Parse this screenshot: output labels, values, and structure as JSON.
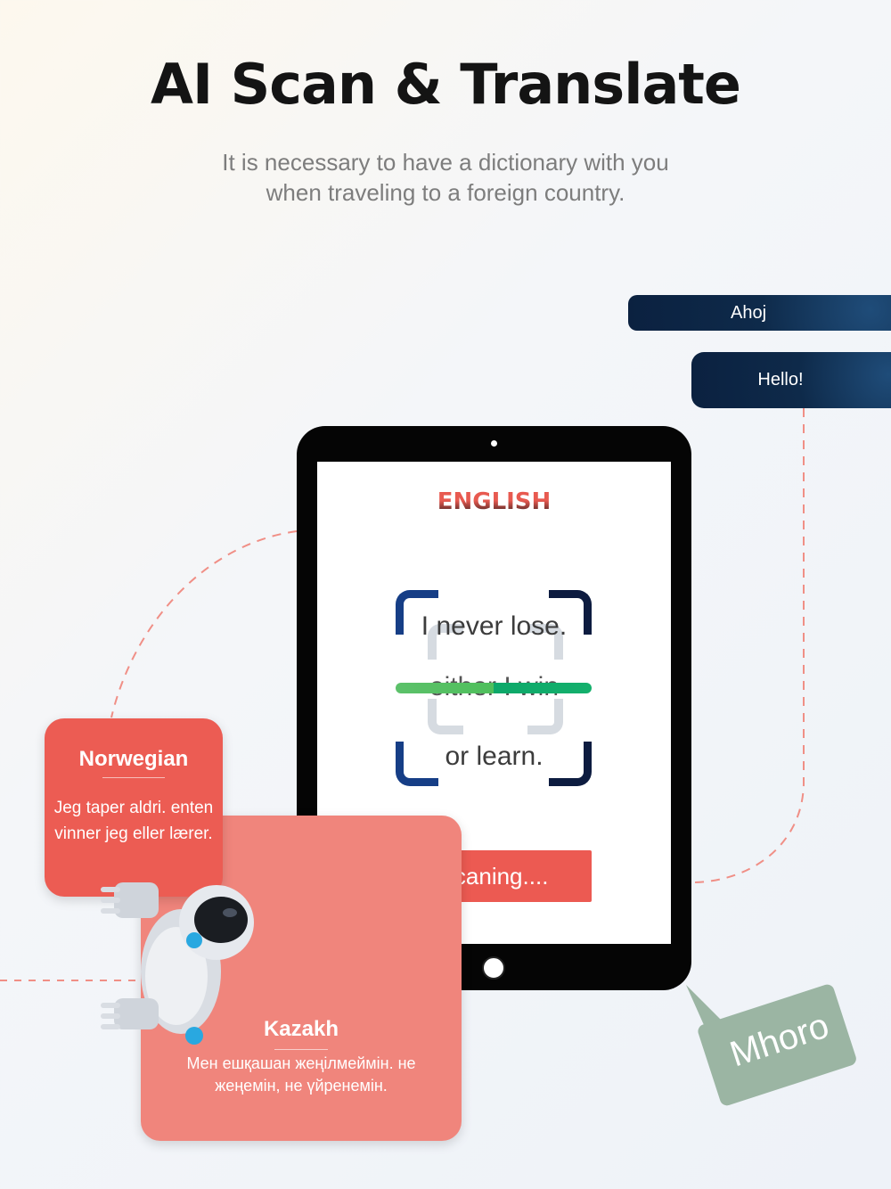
{
  "header": {
    "title": "AI Scan & Translate",
    "subtitle_line1": "It is necessary to have a dictionary with you",
    "subtitle_line2": "when traveling to a foreign country."
  },
  "bubbles": {
    "top": "Ahoj",
    "second": "Hello!"
  },
  "tablet": {
    "language": "ENGLISH",
    "line1": "I never lose.",
    "line2": "either I win",
    "line3": "or learn.",
    "scan_button": "Scaning...."
  },
  "norwegian": {
    "title": "Norwegian",
    "text": "Jeg taper aldri. enten vinner jeg eller lærer."
  },
  "kazakh": {
    "title": "Kazakh",
    "text": "Мен ешқашан жеңілмеймін. не жеңемін, не үйренемін."
  },
  "mhoro": {
    "text": "Mhoro"
  },
  "colors": {
    "accent_red": "#ec5a52",
    "dark_navy": "#0e2a4a",
    "scan_green": "#4fbf5c",
    "mhoro_green": "#9bb5a3"
  }
}
